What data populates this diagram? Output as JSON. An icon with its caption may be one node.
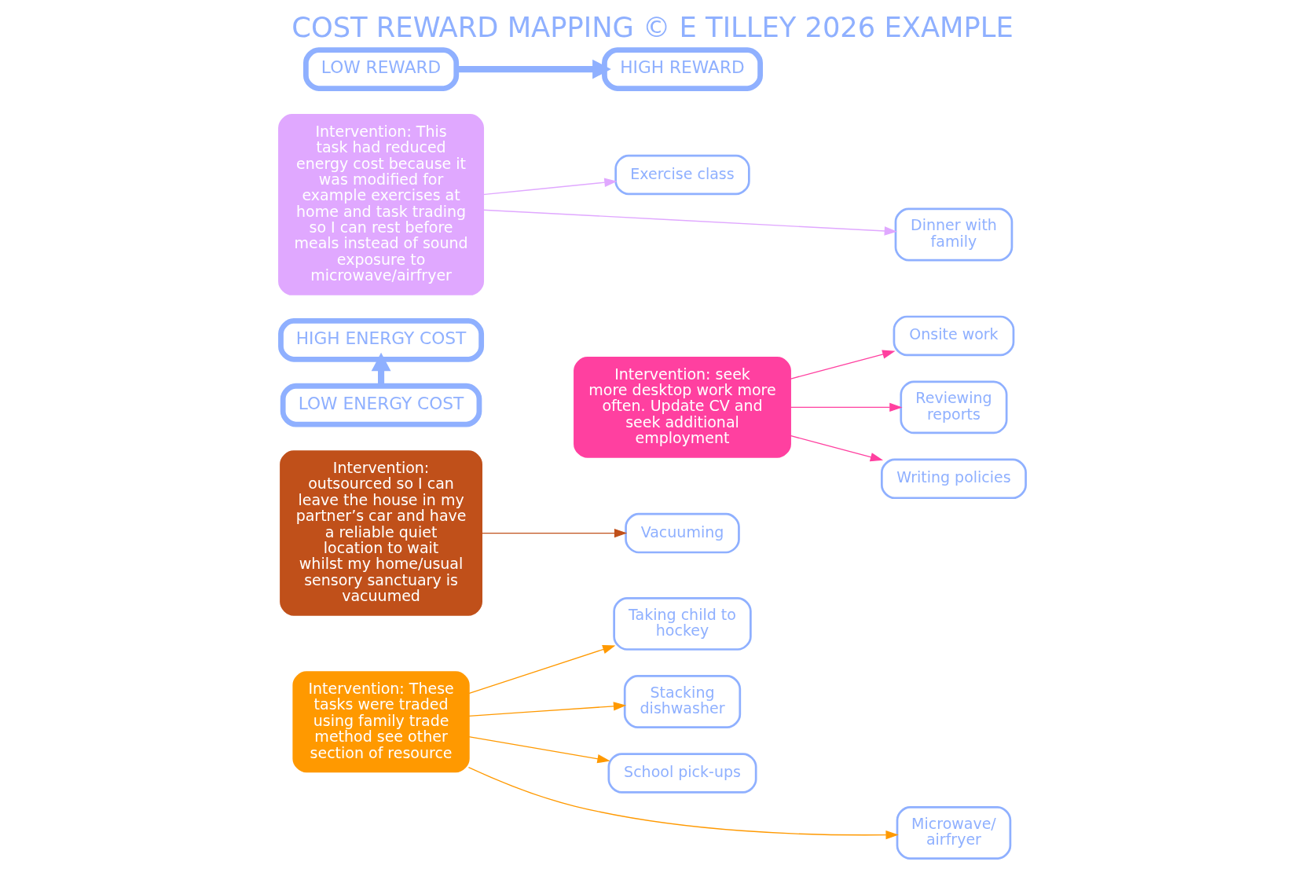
{
  "diagram": {
    "title": "COST REWARD MAPPING © E TILLEY 2026 EXAMPLE",
    "nodes": [
      {
        "text": [
          "Taking child to hockey"
        ]
      },
      {
        "text": [
          "Vacuuming"
        ]
      },
      {
        "text": [
          "HIGH ENERGY COST"
        ]
      },
      {
        "text": [
          "Stacking dishwasher"
        ]
      },
      {
        "text": [
          "Onsite work"
        ]
      },
      {
        "text": [
          "School pick-ups"
        ]
      },
      {
        "text": [
          "Intervention: These tasks were traded using family trade method see other section of resource"
        ]
      },
      {
        "text": [
          "Microwave/ airfryer"
        ]
      },
      {
        "text": [
          "Intervention: seek more desktop work more often. Update CV and seek additional employment"
        ]
      },
      {
        "text": [
          "Exercise class"
        ]
      },
      {
        "text": [
          "Dinner with family"
        ]
      },
      {
        "text": [
          "LOW REWARD"
        ]
      },
      {
        "text": [
          "Intervention: This task had reduced energy cost because it was modified for example exercises at home and task trading so I can rest before meals instead of sound exposure to microwave/airfryer"
        ]
      },
      {
        "text": [
          "HIGH REWARD"
        ]
      },
      {
        "text": [
          "Reviewing reports"
        ]
      },
      {
        "text": [
          "Intervention: outsourced so I can leave the house in my partner’s car and have a reliable quiet location to wait whilst my home/usual sensory sanctuary is vacuumed"
        ]
      },
      {
        "text": [
          "LOW ENERGY COST"
        ]
      },
      {
        "text": [
          "Writing policies"
        ]
      }
    ],
    "edges": [
      {
        "from": 16,
        "to": 2,
        "arrow": "to",
        "style": "thick",
        "color": "#8fb0ff"
      },
      {
        "from": 11,
        "to": 13,
        "arrow": "to",
        "style": "thick",
        "color": "#8fb0ff"
      },
      {
        "from": 6,
        "to": 0,
        "arrow": "to",
        "color": "#ff9900"
      },
      {
        "from": 6,
        "to": 5,
        "arrow": "to",
        "color": "#ff9900"
      },
      {
        "from": 6,
        "to": 3,
        "arrow": "to",
        "color": "#ff9900"
      },
      {
        "from": 6,
        "to": 7,
        "arrow": "to",
        "color": "#ff9900"
      },
      {
        "from": 15,
        "to": 1,
        "arrow": "to",
        "color": "#c0501a"
      },
      {
        "from": 12,
        "to": 9,
        "arrow": "to",
        "color": "#e0a8ff"
      },
      {
        "from": 12,
        "to": 10,
        "arrow": "to",
        "color": "#e0a8ff"
      },
      {
        "from": 8,
        "to": 4,
        "arrow": "to",
        "color": "#ff40a0"
      },
      {
        "from": 8,
        "to": 14,
        "arrow": "to",
        "color": "#ff40a0"
      },
      {
        "from": 8,
        "to": 17,
        "arrow": "to",
        "color": "#ff40a0"
      }
    ]
  }
}
